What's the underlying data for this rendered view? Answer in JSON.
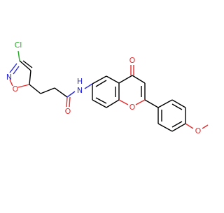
{
  "molecule": {
    "atoms": {
      "cl": "Cl",
      "n_isoxazole": "N",
      "o_isoxazole": "O",
      "o_amide": "O",
      "nh_amide": "N",
      "h_amide": "H",
      "o_ketone": "O",
      "o_pyran": "O",
      "o_methoxy": "O"
    }
  },
  "colors": {
    "bond": "#000000",
    "nitrogen": "#2a2ad8",
    "oxygen": "#e52b2b",
    "chlorine": "#22aa22",
    "background": "#ffffff"
  }
}
